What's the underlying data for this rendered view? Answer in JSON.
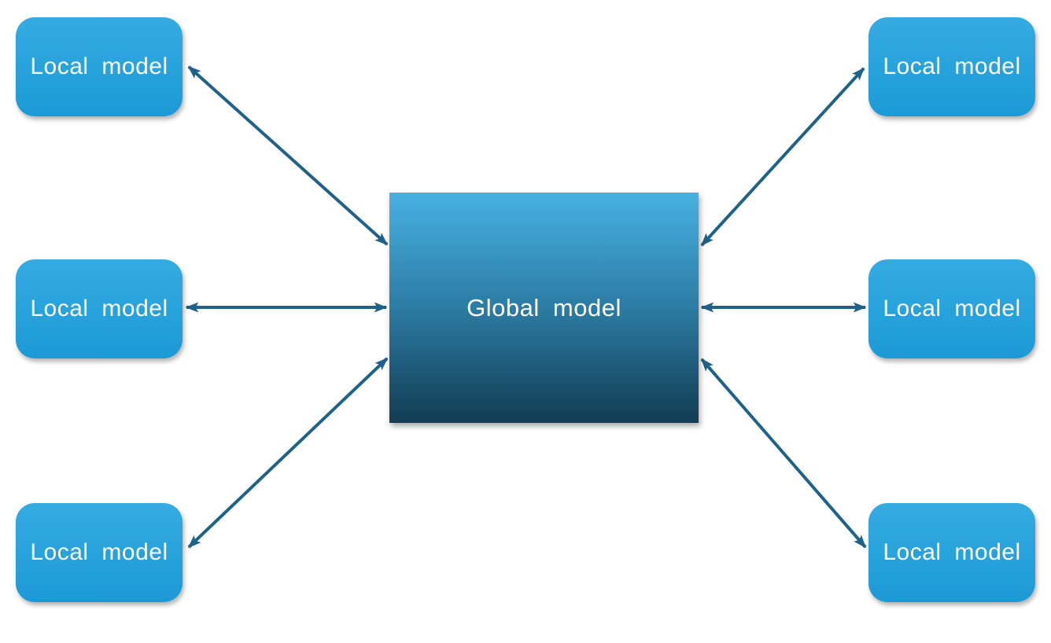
{
  "diagram": {
    "center_node": {
      "id": "global",
      "label": "Global model"
    },
    "local_nodes": [
      {
        "id": "local-top-left",
        "label": "Local model",
        "position": "top-left"
      },
      {
        "id": "local-middle-left",
        "label": "Local model",
        "position": "middle-left"
      },
      {
        "id": "local-bottom-left",
        "label": "Local model",
        "position": "bottom-left"
      },
      {
        "id": "local-top-right",
        "label": "Local model",
        "position": "top-right"
      },
      {
        "id": "local-middle-right",
        "label": "Local model",
        "position": "middle-right"
      },
      {
        "id": "local-bottom-right",
        "label": "Local model",
        "position": "bottom-right"
      }
    ],
    "connections": [
      {
        "from": "local-top-left",
        "to": "global",
        "bidirectional": true
      },
      {
        "from": "local-middle-left",
        "to": "global",
        "bidirectional": true
      },
      {
        "from": "local-bottom-left",
        "to": "global",
        "bidirectional": true
      },
      {
        "from": "local-top-right",
        "to": "global",
        "bidirectional": true
      },
      {
        "from": "local-middle-right",
        "to": "global",
        "bidirectional": true
      },
      {
        "from": "local-bottom-right",
        "to": "global",
        "bidirectional": true
      }
    ]
  },
  "colors": {
    "page-bg": "#ffffff",
    "local-top": "#35abe1",
    "local-bottom": "#1c9ad6",
    "global-top": "#48b1e2",
    "global-mid": "#2d7ea6",
    "global-bottom": "#123c52",
    "arrow": "#1e6189",
    "label-text": "#ffffff"
  }
}
